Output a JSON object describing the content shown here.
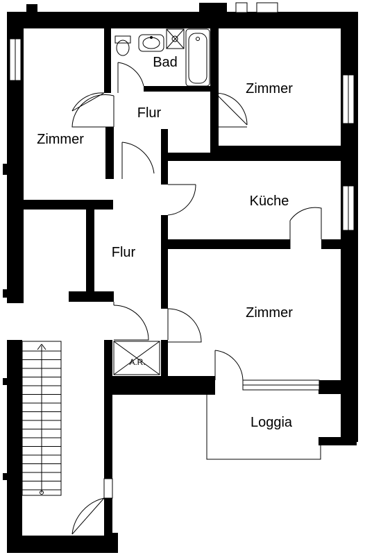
{
  "rooms": {
    "bad": "Bad",
    "flur_upper": "Flur",
    "zimmer_left": "Zimmer",
    "zimmer_right_top": "Zimmer",
    "kueche": "Küche",
    "flur_middle": "Flur",
    "zimmer_bottom": "Zimmer",
    "loggia": "Loggia",
    "ar": "A.R."
  },
  "colors": {
    "wall": "#000000",
    "background": "#ffffff"
  },
  "icons": [
    "toilet-icon",
    "washbasin-icon",
    "shower-icon",
    "bathtub-icon",
    "staircase-icon",
    "door-swing-icon",
    "window-icon"
  ]
}
